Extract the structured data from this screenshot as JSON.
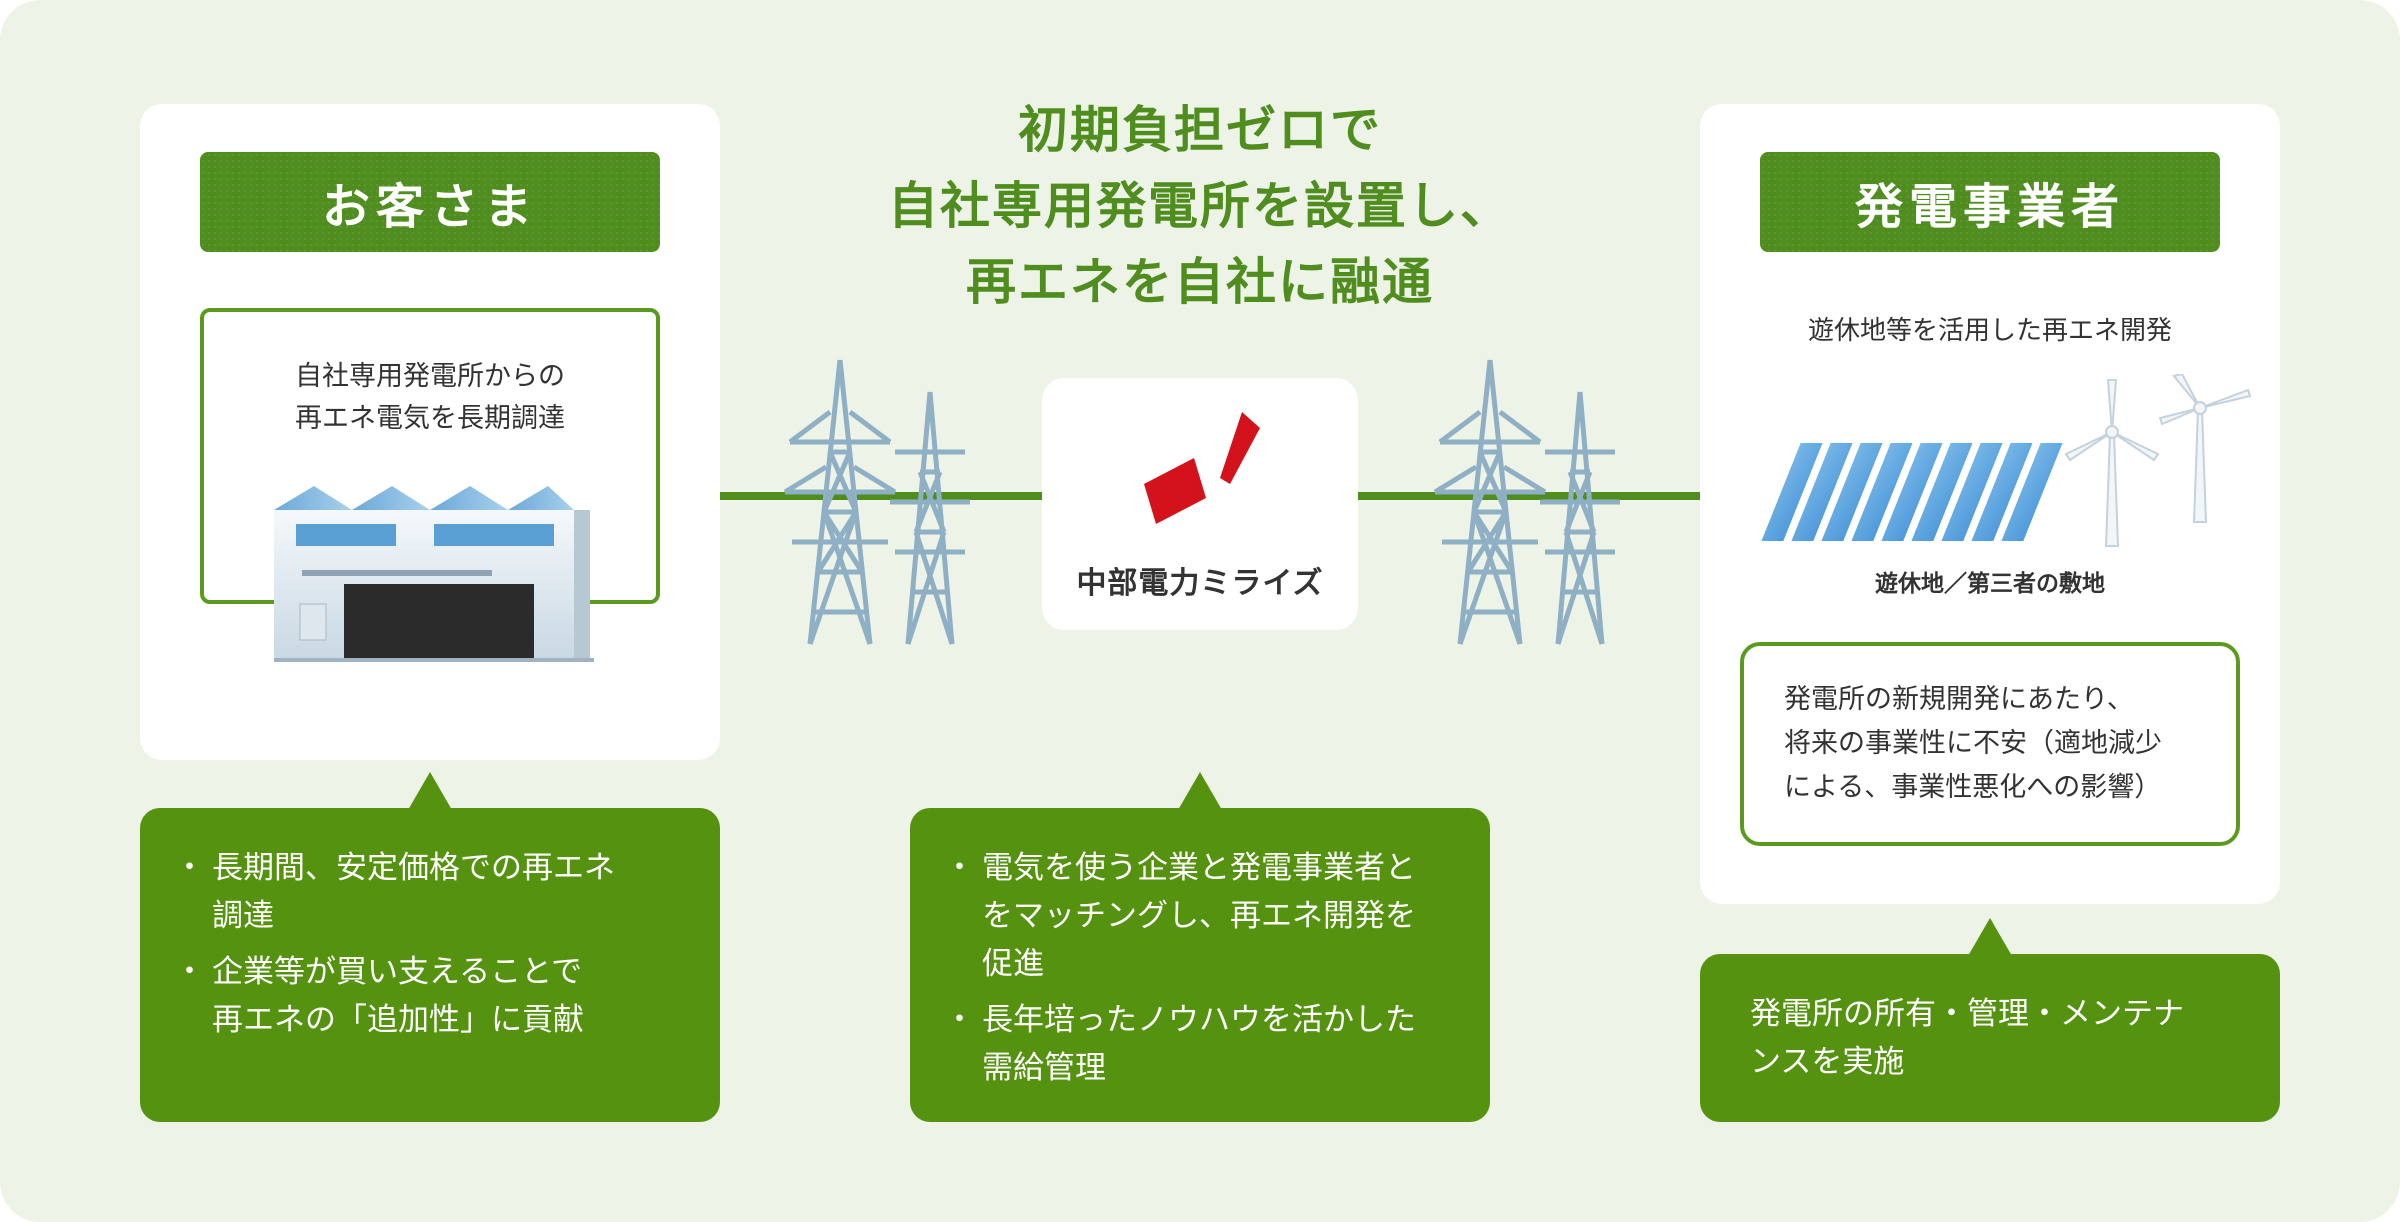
{
  "headline": {
    "line1": "初期負担ゼロで",
    "line2": "自社専用発電所を設置し、",
    "line3": "再エネを自社に融通"
  },
  "customer": {
    "title": "お客さま",
    "box_line1": "自社専用発電所からの",
    "box_line2": "再エネ電気を長期調達",
    "callout": [
      {
        "l1": "長期間、安定価格での再エネ",
        "l2": "調達"
      },
      {
        "l1": "企業等が買い支えることで",
        "l2": "再エネの「追加性」に貢献"
      }
    ]
  },
  "center": {
    "logo_text": "中部電力ミライズ",
    "callout": [
      {
        "l1": "電気を使う企業と発電事業者と",
        "l2": "をマッチングし、再エネ開発を",
        "l3": "促進"
      },
      {
        "l1": "長年培ったノウハウを活かした",
        "l2": "需給管理"
      }
    ]
  },
  "producer": {
    "title": "発電事業者",
    "subtitle": "遊休地等を活用した再エネ開発",
    "site_label": "遊休地／第三者の敷地",
    "box_line1": "発電所の新規開発にあたり、",
    "box_line2": "将来の事業性に不安（適地減少",
    "box_line3": "による、事業性悪化への影響）",
    "callout_l1": "発電所の所有・管理・メンテナ",
    "callout_l2": "ンスを実施"
  },
  "colors": {
    "brand_green": "#54920f",
    "background": "#eef3e8",
    "logo_red": "#d4121b"
  },
  "icons": [
    "factory-icon",
    "power-tower-icon",
    "solar-panel-icon",
    "wind-turbine-icon",
    "left-arrow-icon",
    "company-logo"
  ]
}
